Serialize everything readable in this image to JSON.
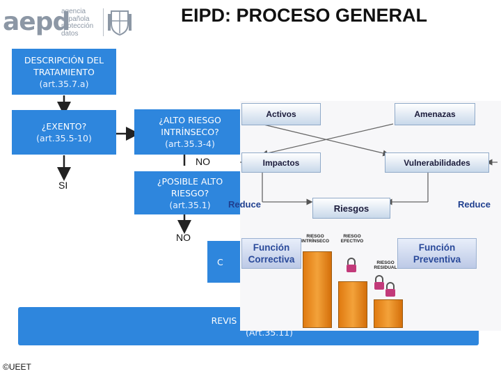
{
  "header": {
    "logo_word": "aepd",
    "logo_subtext": [
      "agencia",
      "española",
      "protección",
      "datos"
    ],
    "title": "EIPD: PROCESO GENERAL"
  },
  "flow": {
    "descripcion": {
      "line1": "DESCRIPCIÓN DEL",
      "line2": "TRATAMIENTO",
      "ref": "(art.35.7.a)"
    },
    "exento": {
      "line1": "¿EXENTO?",
      "ref": "(art.35.5-10)"
    },
    "alto_riesgo": {
      "line1": "¿ALTO RIESGO",
      "line2": "INTRÍNSECO?",
      "ref": "(art.35.3-4)"
    },
    "no_label_1": "NO",
    "si_label": "SI",
    "posible_alto": {
      "line1": "¿POSIBLE ALTO",
      "line2": "RIESGO?",
      "ref": "(art.35.1)"
    },
    "no_label_2": "NO",
    "partial_box_letter": "C",
    "revision": {
      "text": "REVIS",
      "ref": "(Art.35.11)"
    }
  },
  "risk_diagram": {
    "activos": "Activos",
    "amenazas": "Amenazas",
    "impactos": "Impactos",
    "vulnerabilidades": "Vulnerabilidades",
    "riesgos": "Riesgos",
    "reduce_left": "Reduce",
    "reduce_right": "Reduce",
    "funcion_correctiva": {
      "line1": "Función",
      "line2": "Correctiva"
    },
    "funcion_preventiva": {
      "line1": "Función",
      "line2": "Preventiva"
    },
    "bars": [
      {
        "label_line1": "RIESGO",
        "label_line2": "INTRÍNSECO",
        "level": 1.0
      },
      {
        "label_line1": "RIESGO",
        "label_line2": "EFECTIVO",
        "level": 0.6
      },
      {
        "label_line1": "RIESGO",
        "label_line2": "RESIDUAL",
        "level": 0.36
      }
    ]
  },
  "footer": {
    "copyright": "©UEET"
  },
  "colors": {
    "flow_box": "#2e86dd",
    "bar": "#f3a23a",
    "reduce_text": "#1f3f8f"
  }
}
